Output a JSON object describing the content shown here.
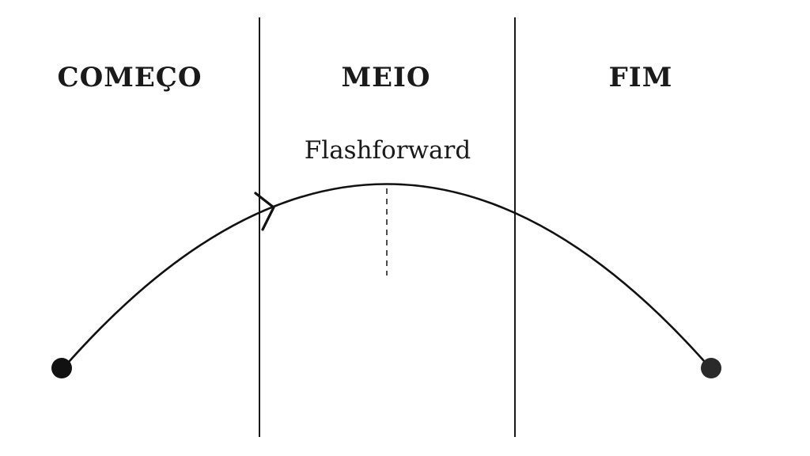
{
  "sections": {
    "start": "COMEÇO",
    "middle": "MEIO",
    "end": "FIM"
  },
  "annotation": "Flashforward",
  "colors": {
    "ink": "#1a1a1a",
    "background": "#ffffff"
  },
  "markers": {
    "start_point": "filled-circle",
    "end_point": "filled-circle",
    "direction": "arrowhead"
  }
}
